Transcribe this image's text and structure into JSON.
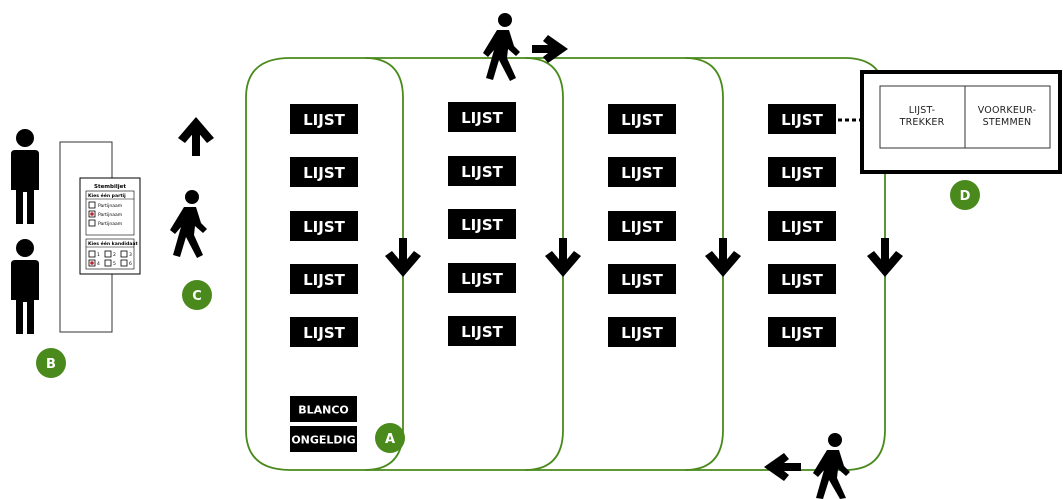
{
  "columns": [
    {
      "lists": [
        "LIJST",
        "LIJST",
        "LIJST",
        "LIJST",
        "LIJST"
      ]
    },
    {
      "lists": [
        "LIJST",
        "LIJST",
        "LIJST",
        "LIJST",
        "LIJST"
      ]
    },
    {
      "lists": [
        "LIJST",
        "LIJST",
        "LIJST",
        "LIJST",
        "LIJST"
      ]
    },
    {
      "lists": [
        "LIJST",
        "LIJST",
        "LIJST",
        "LIJST",
        "LIJST"
      ]
    }
  ],
  "special": {
    "blanco": "BLANCO",
    "ongeldig": "ONGELDIG"
  },
  "badges": {
    "a": "A",
    "b": "B",
    "c": "C",
    "d": "D"
  },
  "ballot": {
    "title": "Stembiljet",
    "party_header": "Kies één partij",
    "party_rows": [
      "Partijnaam",
      "Partijnaam",
      "Partijnaam"
    ],
    "candidate_header": "Kies één kandidaat",
    "candidate_numbers": [
      "1",
      "2",
      "3",
      "4",
      "5",
      "6"
    ]
  },
  "detail_box": {
    "left_lines": [
      "LIJST-",
      "TREKKER"
    ],
    "right_lines": [
      "VOORKEUR-",
      "STEMMEN"
    ]
  },
  "colors": {
    "accent_green": "#4a8a1c",
    "label_black": "#000000",
    "ballot_red": "#c0272d"
  }
}
